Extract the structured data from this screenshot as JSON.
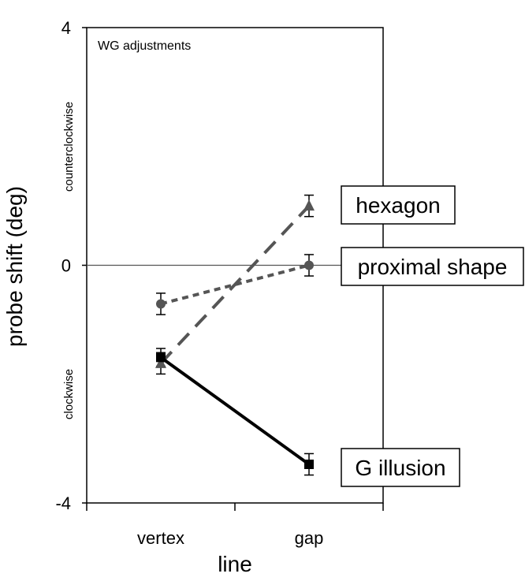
{
  "chart_data": {
    "type": "line",
    "title": "WG adjustments",
    "xlabel": "line",
    "ylabel": "probe shift (deg)",
    "categories": [
      "vertex",
      "gap"
    ],
    "ylim": [
      -4,
      4
    ],
    "yticks": [
      4,
      0,
      -4
    ],
    "ytick_labels": [
      "4",
      "0",
      "-4"
    ],
    "direction_labels": {
      "upper": "counterclockwise",
      "lower": "clockwise"
    },
    "reference_line_y": 0,
    "grid": false,
    "series": [
      {
        "name": "hexagon",
        "values": [
          -1.65,
          1.0
        ],
        "errors": [
          0.18,
          0.18
        ],
        "marker": "triangle",
        "line_style": "long-dash",
        "color": "#555555"
      },
      {
        "name": "proximal shape",
        "values": [
          -0.65,
          0.0
        ],
        "errors": [
          0.18,
          0.18
        ],
        "marker": "circle",
        "line_style": "short-dash",
        "color": "#555555"
      },
      {
        "name": "G illusion",
        "values": [
          -1.55,
          -3.35
        ],
        "errors": [
          0.15,
          0.18
        ],
        "marker": "square",
        "line_style": "solid",
        "color": "#000000"
      }
    ]
  }
}
